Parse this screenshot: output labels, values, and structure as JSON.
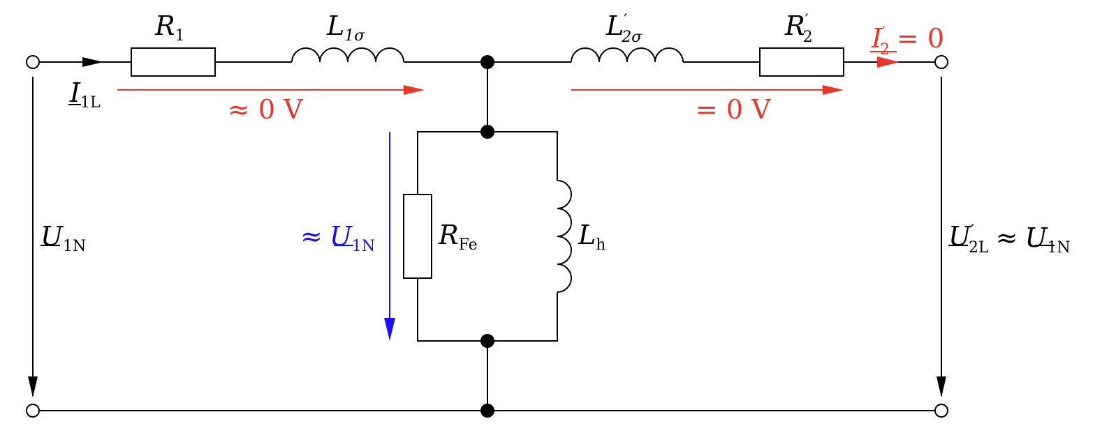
{
  "colors": {
    "wire": "#000000",
    "red": "#e8372a",
    "blue": "#1a10f0"
  },
  "components": {
    "r1": {
      "sym": "R",
      "sub": "1"
    },
    "l1s": {
      "sym": "L",
      "sub": "1σ"
    },
    "l2s": {
      "sym": "L",
      "prime": "′",
      "sub": "2σ"
    },
    "r2": {
      "sym": "R",
      "prime": "′",
      "sub": "2"
    },
    "rfe": {
      "sym": "R",
      "sub": "Fe"
    },
    "lh": {
      "sym": "L",
      "sub": "h"
    }
  },
  "labels": {
    "i1l": {
      "sym": "I",
      "sub": "1L"
    },
    "i2": {
      "sym": "I",
      "prime": "′",
      "sub": "2",
      "eq": "= 0"
    },
    "u1n": {
      "sym": "U",
      "sub": "1N"
    },
    "v_left": "≈ 0 V",
    "v_right": "= 0 V",
    "u_mid": {
      "approx": "≈",
      "sym": "U",
      "sub": "1N"
    },
    "u2l": {
      "sym": "U",
      "prime": "′",
      "sub": "2L",
      "approx": "≈",
      "sym2": "U",
      "sub2": "1N"
    }
  }
}
